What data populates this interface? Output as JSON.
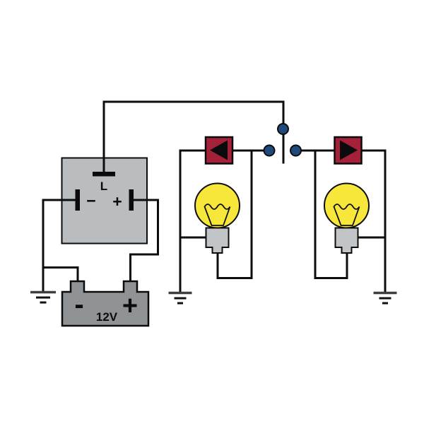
{
  "diagram": {
    "type": "circuit-diagram",
    "description": "12V two-lamp flasher relay circuit: flasher relay unit, battery, open changeover switch, two diodes and two indicator bulbs with three ground points",
    "background": "#ffffff",
    "wire_color": "#0d0d0d"
  },
  "relay": {
    "fill": "#b9bdc0",
    "terminal_color": "#0b0b0b",
    "label_load": "L",
    "label_minus": "−",
    "label_plus": "+"
  },
  "battery": {
    "fill": "#8f9396",
    "label_minus": "-",
    "label_plus": "+",
    "label_voltage": "12V"
  },
  "diodes": {
    "fill": "#a42139",
    "arrow_color": "#0b0b0d",
    "left_arrow_direction": "left",
    "right_arrow_direction": "right"
  },
  "bulbs": {
    "glass_fill": "#f8e73b",
    "base_fill": "#c2c5c7"
  },
  "switch": {
    "contact_fill": "#20497c",
    "state": "open"
  }
}
